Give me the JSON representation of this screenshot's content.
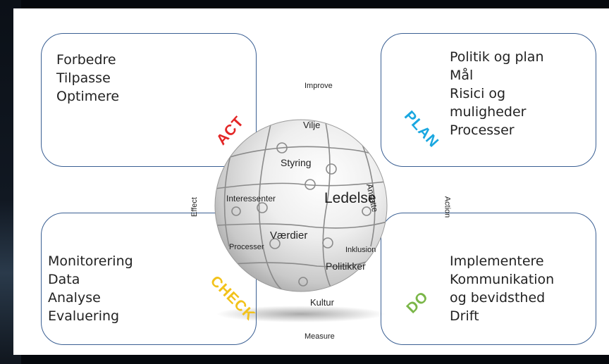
{
  "boxes": {
    "act": {
      "items": [
        "Forbedre",
        "Tilpasse",
        "Optimere"
      ]
    },
    "plan": {
      "items": [
        "Politik og plan",
        "Mål",
        "Risici og",
        "muligheder",
        "Processer"
      ]
    },
    "check": {
      "items": [
        "Monitorering",
        "Data",
        "Analyse",
        "Evaluering"
      ]
    },
    "do": {
      "items": [
        "Implementere",
        "Kommunikation",
        "og bevidsthed",
        "Drift"
      ]
    }
  },
  "cycle": {
    "act": "ACT",
    "plan": "PLAN",
    "check": "CHECK",
    "do": "DO",
    "colors": {
      "act": "#e32626",
      "plan": "#19a7e0",
      "check": "#f2c21b",
      "do": "#7ab648"
    }
  },
  "axis": {
    "improve": "Improve",
    "action": "Action",
    "measure": "Measure",
    "effect": "Effect"
  },
  "sphere": {
    "vilje": "Vilje",
    "styring": "Styring",
    "ansatte": "Ansatte",
    "interessenter": "Interessenter",
    "ledelse": "Ledelse",
    "vaerdier": "Værdier",
    "processer": "Processer",
    "inklusion": "Inklusion",
    "politikker": "Politikker",
    "kultur": "Kultur"
  }
}
